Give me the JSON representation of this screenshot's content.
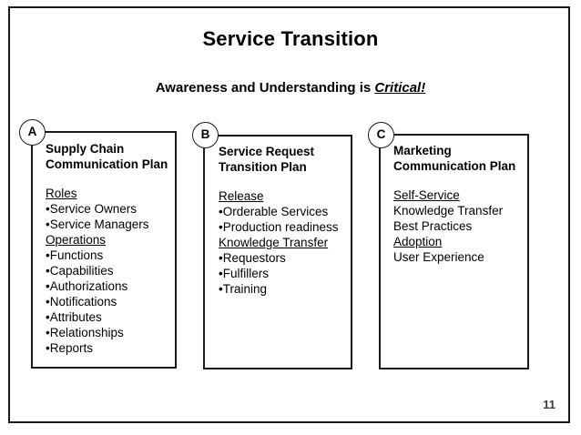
{
  "slide": {
    "title": "Service Transition",
    "subtitle_prefix": "Awareness and Understanding is ",
    "subtitle_emphasis": "Critical!",
    "page_number": "11"
  },
  "columns": [
    {
      "marker": "A",
      "heading_line1": "Supply Chain",
      "heading_line2": "Communication Plan",
      "items": [
        {
          "type": "subhead",
          "text": "Roles"
        },
        {
          "type": "bullet",
          "text": "Service Owners"
        },
        {
          "type": "bullet",
          "text": "Service Managers"
        },
        {
          "type": "subhead",
          "text": "Operations"
        },
        {
          "type": "bullet",
          "text": "Functions"
        },
        {
          "type": "bullet",
          "text": "Capabilities"
        },
        {
          "type": "bullet",
          "text": "Authorizations"
        },
        {
          "type": "bullet",
          "text": "Notifications"
        },
        {
          "type": "bullet",
          "text": "Attributes"
        },
        {
          "type": "bullet",
          "text": "Relationships"
        },
        {
          "type": "bullet",
          "text": "Reports"
        }
      ]
    },
    {
      "marker": "B",
      "heading_line1": "Service Request",
      "heading_line2": "Transition Plan",
      "items": [
        {
          "type": "subhead",
          "text": "Release"
        },
        {
          "type": "bullet",
          "text": "Orderable Services"
        },
        {
          "type": "bullet",
          "text": "Production readiness"
        },
        {
          "type": "subhead",
          "text": "Knowledge Transfer"
        },
        {
          "type": "bullet",
          "text": "Requestors"
        },
        {
          "type": "bullet",
          "text": "Fulfillers"
        },
        {
          "type": "bullet",
          "text": "Training"
        }
      ]
    },
    {
      "marker": "C",
      "heading_line1": "Marketing",
      "heading_line2": "Communication Plan",
      "items": [
        {
          "type": "subhead",
          "text": "Self-Service"
        },
        {
          "type": "plain",
          "text": "Knowledge Transfer"
        },
        {
          "type": "plain",
          "text": "Best Practices"
        },
        {
          "type": "subhead",
          "text": "Adoption"
        },
        {
          "type": "plain",
          "text": "User Experience"
        }
      ]
    }
  ],
  "bullet_glyph": "•",
  "colors": {
    "text": "#000000",
    "border": "#1a1a1a",
    "background": "#ffffff",
    "page_number": "#3a3a3a"
  }
}
